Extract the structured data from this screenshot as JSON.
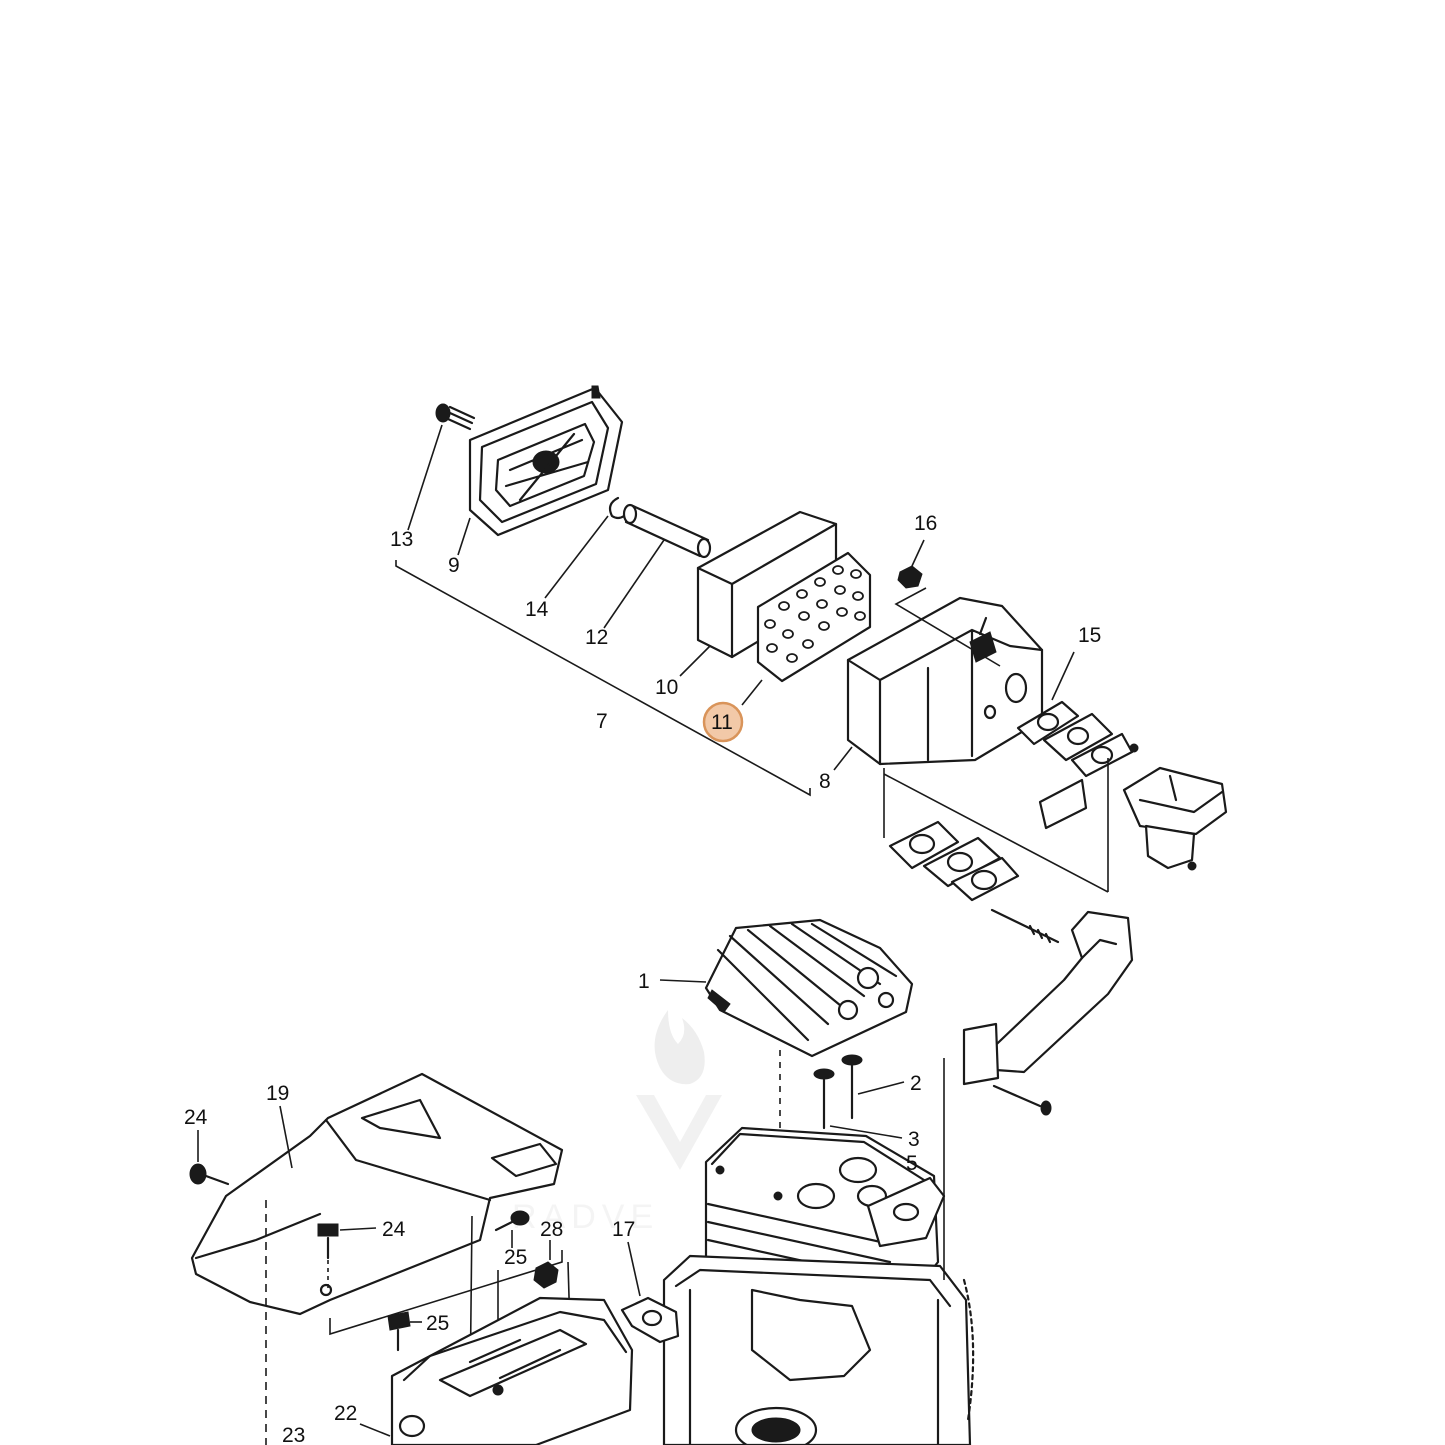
{
  "diagram": {
    "callouts": [
      {
        "id": "c1",
        "text": "1"
      },
      {
        "id": "c2",
        "text": "2"
      },
      {
        "id": "c3",
        "text": "3"
      },
      {
        "id": "c5",
        "text": "5"
      },
      {
        "id": "c7",
        "text": "7"
      },
      {
        "id": "c8",
        "text": "8"
      },
      {
        "id": "c9",
        "text": "9"
      },
      {
        "id": "c10",
        "text": "10"
      },
      {
        "id": "c11",
        "text": "11",
        "highlighted": true
      },
      {
        "id": "c12",
        "text": "12"
      },
      {
        "id": "c13",
        "text": "13"
      },
      {
        "id": "c14",
        "text": "14"
      },
      {
        "id": "c15",
        "text": "15"
      },
      {
        "id": "c16",
        "text": "16"
      },
      {
        "id": "c17",
        "text": "17"
      },
      {
        "id": "c19",
        "text": "19"
      },
      {
        "id": "c22",
        "text": "22"
      },
      {
        "id": "c23",
        "text": "23"
      },
      {
        "id": "c24a",
        "text": "24"
      },
      {
        "id": "c24b",
        "text": "24"
      },
      {
        "id": "c25a",
        "text": "25"
      },
      {
        "id": "c25b",
        "text": "25"
      },
      {
        "id": "c28",
        "text": "28"
      }
    ],
    "highlight_color": "#f2c9a8",
    "line_color": "#1a1a1a",
    "watermark": "RADVE"
  }
}
